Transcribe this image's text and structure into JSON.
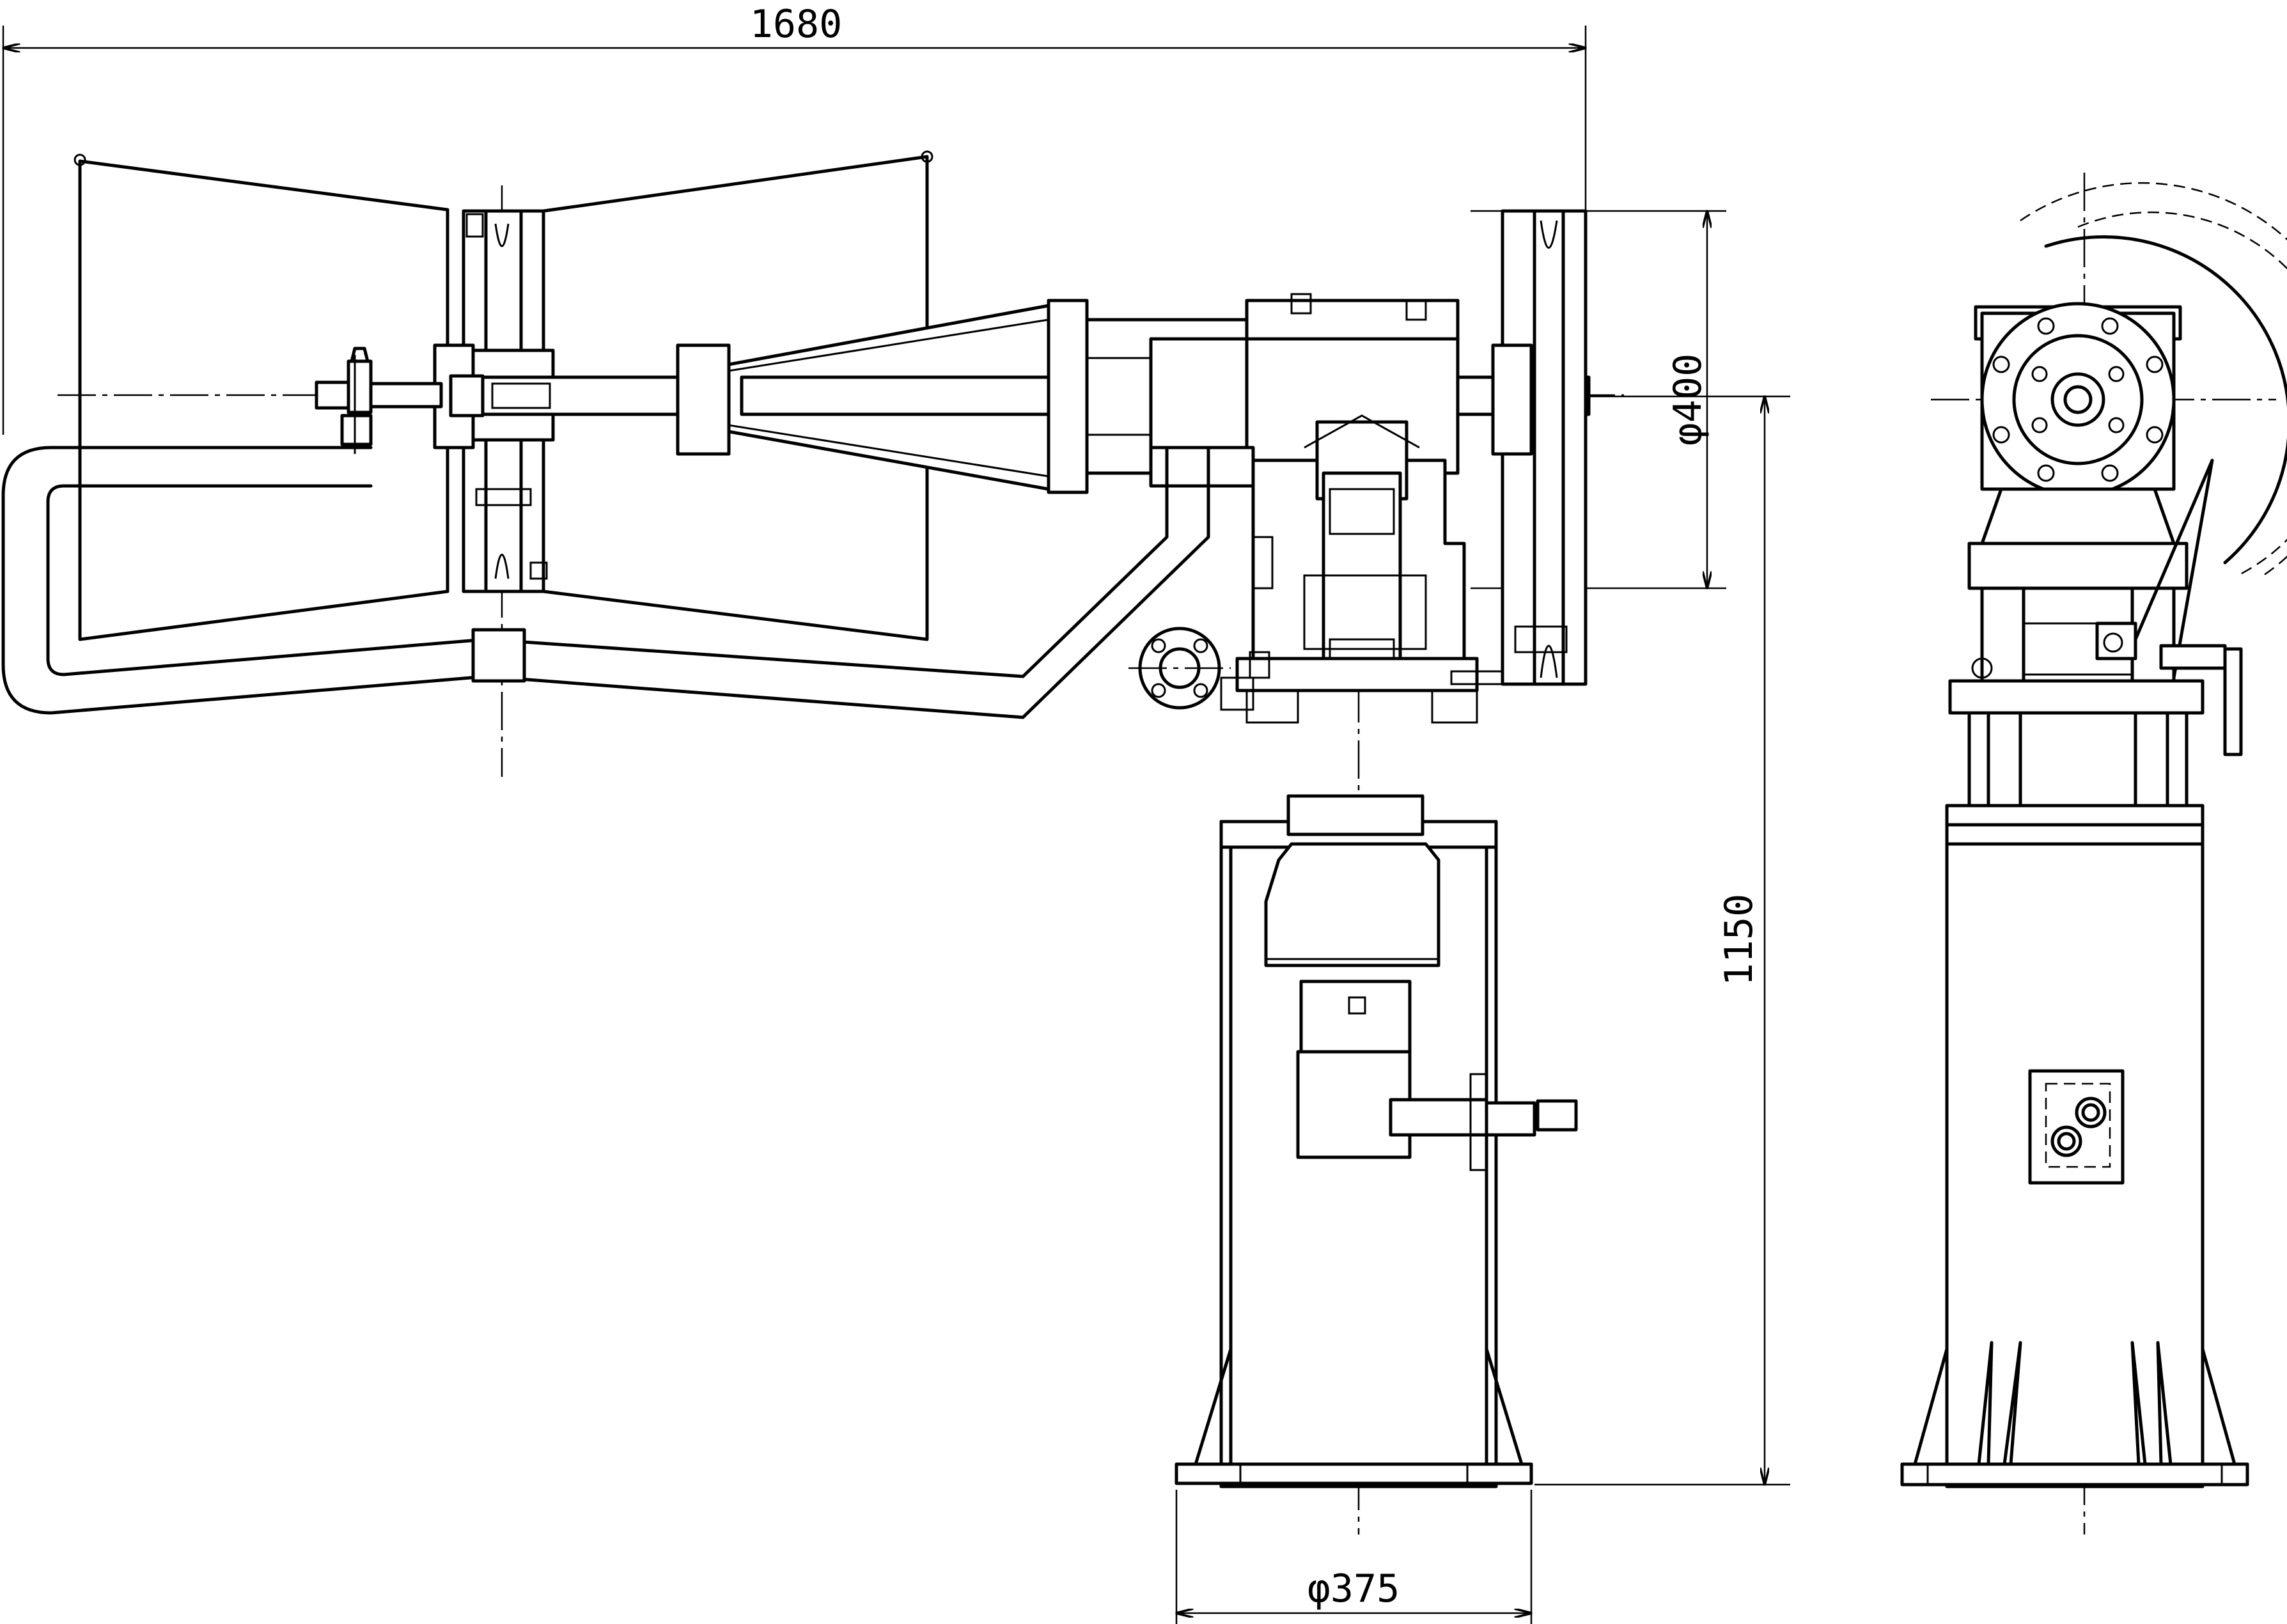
{
  "drawing": {
    "type": "mechanical-engineering-drawing",
    "views": [
      "front-elevation",
      "side-elevation"
    ],
    "dimensions": {
      "overall_width": "1680",
      "wheel_diameter": "φ400",
      "overall_height": "1150",
      "base_diameter": "φ375"
    }
  }
}
